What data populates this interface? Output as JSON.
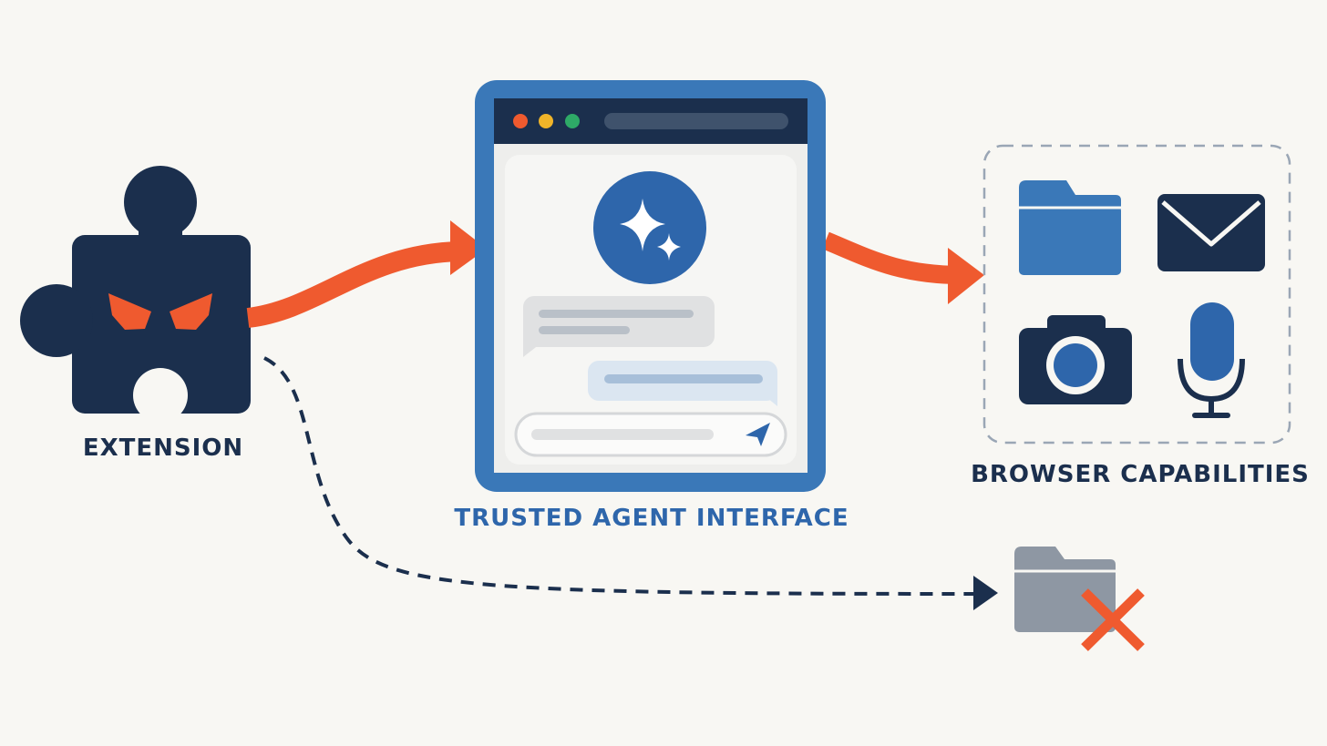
{
  "labels": {
    "extension": "EXTENSION",
    "trusted_agent_interface": "TRUSTED AGENT INTERFACE",
    "browser_capabilities": "BROWSER CAPABILITIES"
  },
  "nodes": {
    "extension": {
      "icon": "puzzle-piece-icon",
      "mood": "malicious-eyes"
    },
    "trusted_agent_interface": {
      "icon": "browser-window-icon",
      "window_dots": [
        "red",
        "yellow",
        "green"
      ],
      "avatar_icon": "sparkle-icon",
      "elements": [
        "received-message-bubble",
        "sent-message-bubble",
        "message-input",
        "send-icon"
      ]
    },
    "browser_capabilities": {
      "items": [
        "folder-icon",
        "mail-icon",
        "camera-icon",
        "microphone-icon"
      ]
    },
    "blocked_target": {
      "icon": "folder-icon",
      "status_icon": "x-mark-icon"
    }
  },
  "edges": [
    {
      "from": "extension",
      "to": "trusted_agent_interface",
      "style": "solid"
    },
    {
      "from": "trusted_agent_interface",
      "to": "browser_capabilities",
      "style": "solid"
    },
    {
      "from": "extension",
      "to": "blocked_target",
      "style": "dashed"
    }
  ],
  "colors": {
    "background": "#f8f7f3",
    "navy": "#1b2f4d",
    "blue": "#3a78b8",
    "accent_orange": "#ef5a2f",
    "panel": "#eeeeec",
    "bubble_gray": "#e0e1e2",
    "bubble_blue": "#dbe6f1",
    "line_gray": "#b9c0c8",
    "blue_line": "#a7bfd9",
    "muted_folder": "#8e97a3",
    "dot_red": "#ef5a2f",
    "dot_yellow": "#f0b429",
    "dot_green": "#2eaa67",
    "label_navy": "#1b2f4d",
    "label_blue": "#2e66ab"
  }
}
